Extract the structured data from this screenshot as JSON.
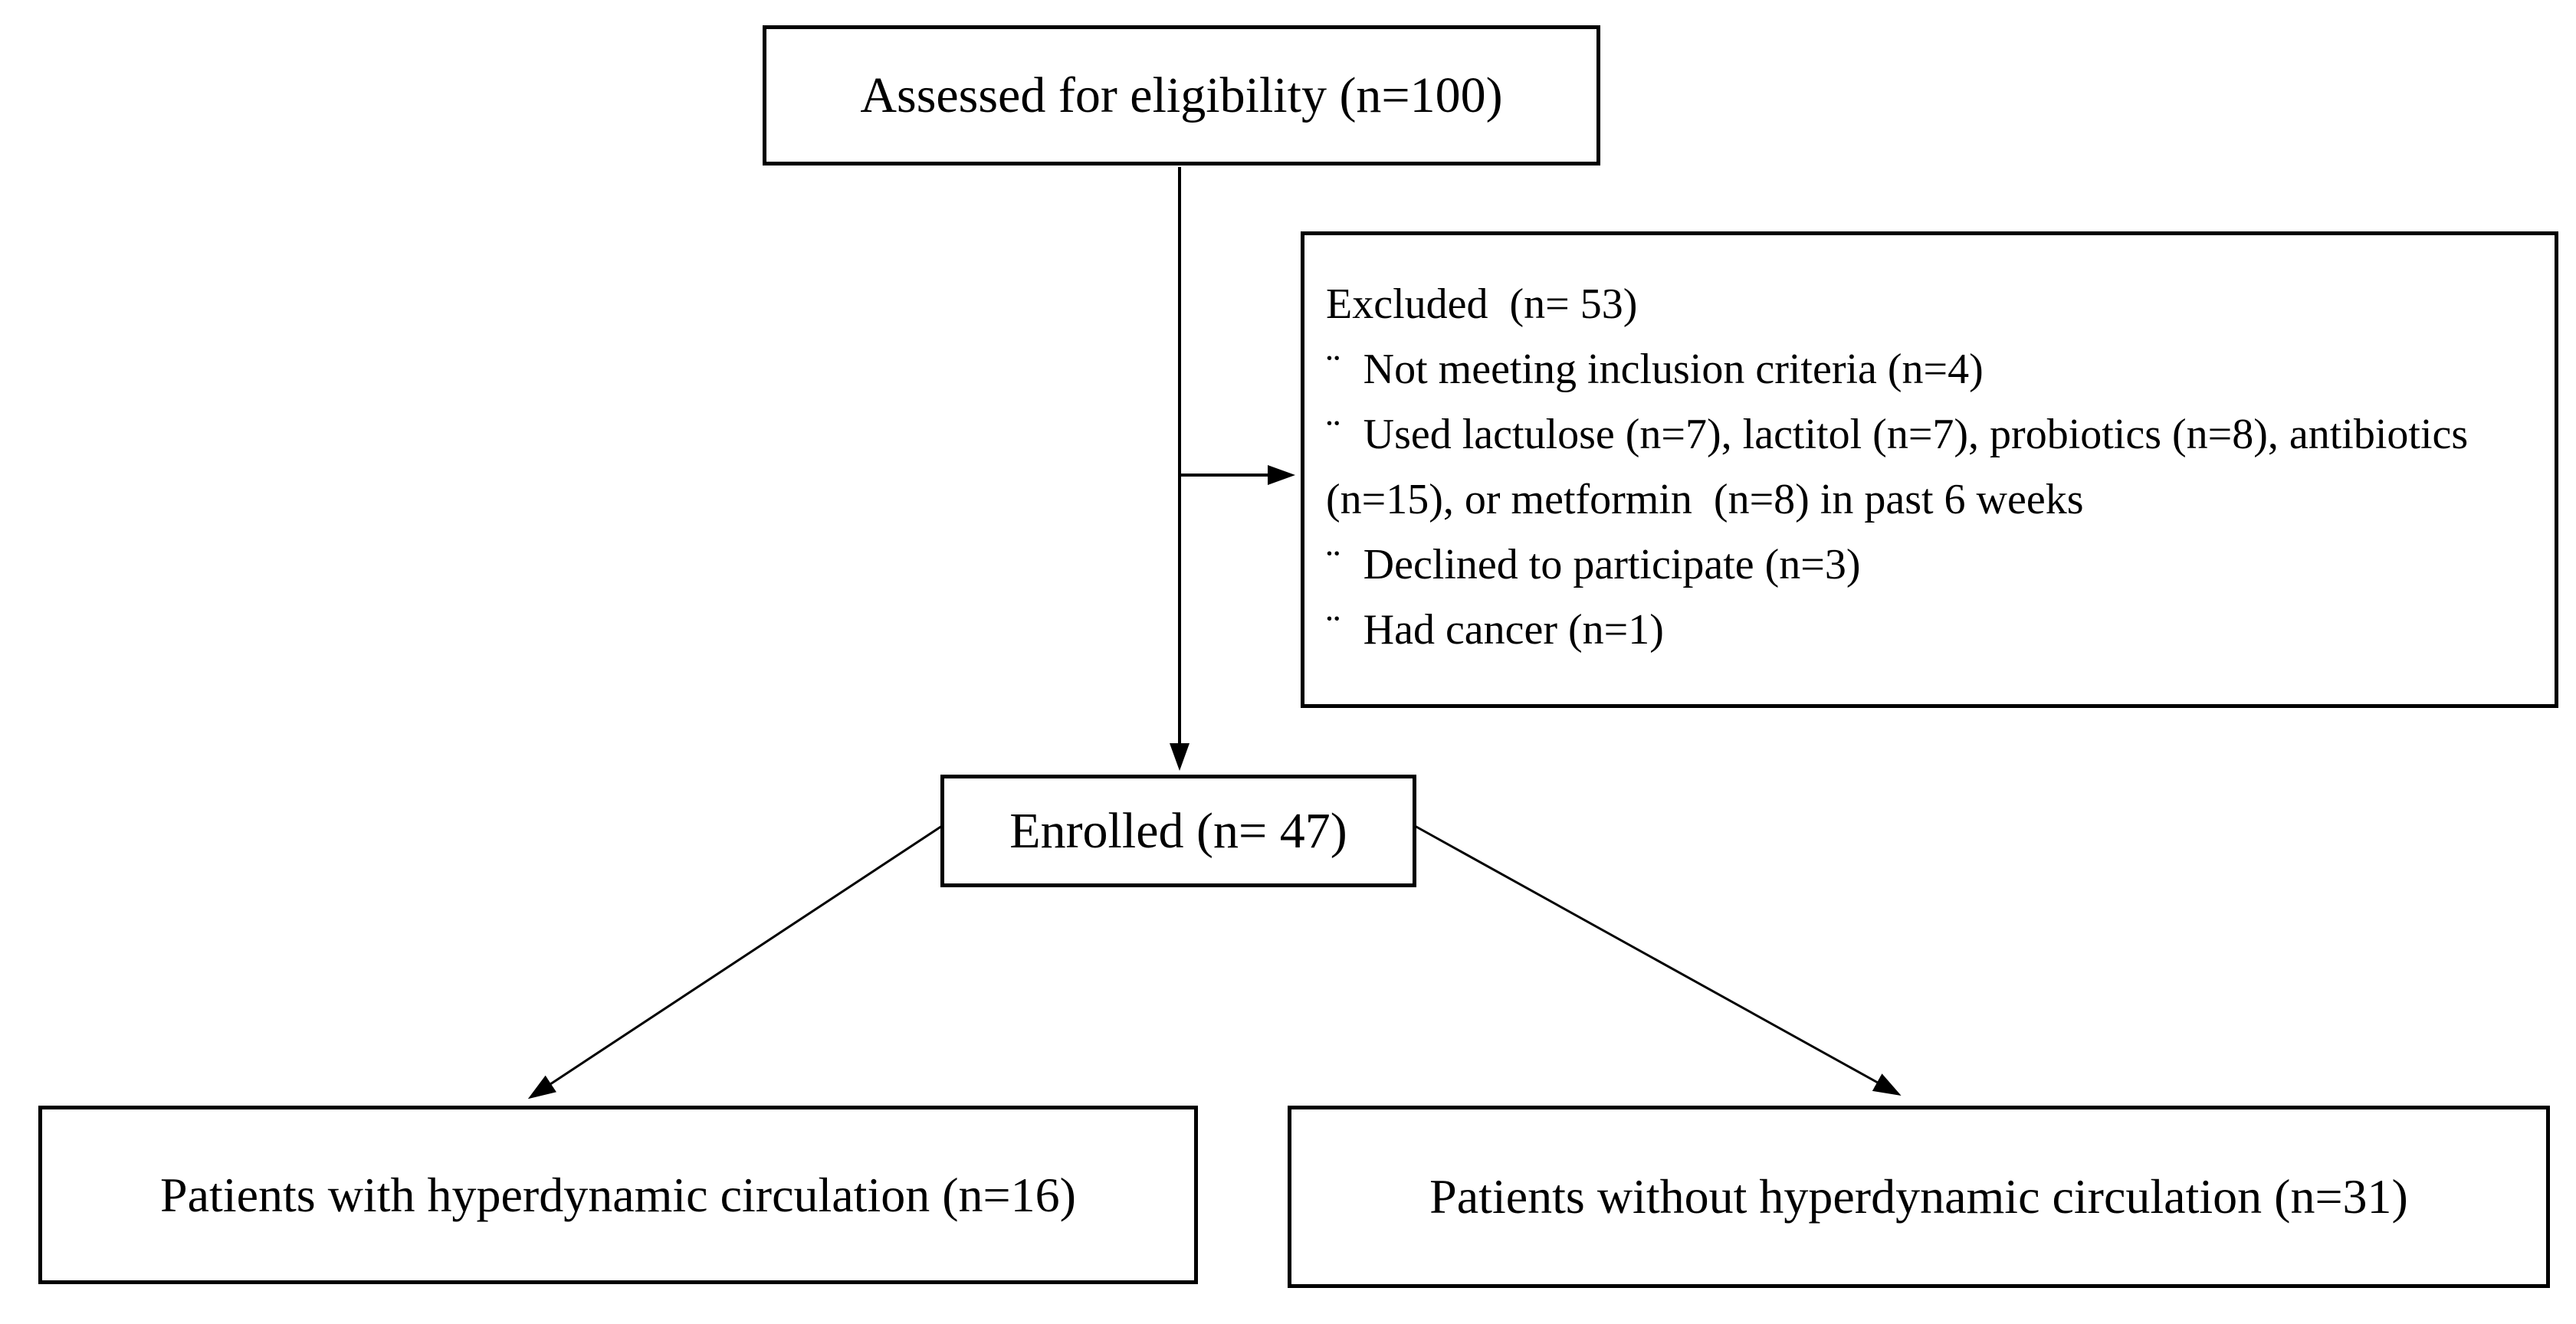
{
  "colors": {
    "ink": "#000000",
    "paper": "#ffffff"
  },
  "nodes": {
    "assessed": {
      "label": "Assessed for eligibility (n=100)"
    },
    "excluded": {
      "title": "Excluded  (n= 53)",
      "items": [
        {
          "bullet": "¨",
          "text": "Not meeting inclusion criteria (n=4)"
        },
        {
          "bullet": "¨",
          "text": "Used lactulose (n=7), lactitol (n=7), probiotics (n=8), antibiotics (n=15), or metformin  (n=8) in past 6 weeks"
        },
        {
          "bullet": "¨",
          "text": "Declined to participate (n=3)"
        },
        {
          "bullet": "¨",
          "text": "Had cancer (n=1)"
        }
      ]
    },
    "enrolled": {
      "label": "Enrolled (n= 47)"
    },
    "with_hyperdynamic": {
      "label": "Patients with hyperdynamic circulation (n=16)"
    },
    "without_hyperdynamic": {
      "label": "Patients without hyperdynamic circulation (n=31)"
    }
  }
}
